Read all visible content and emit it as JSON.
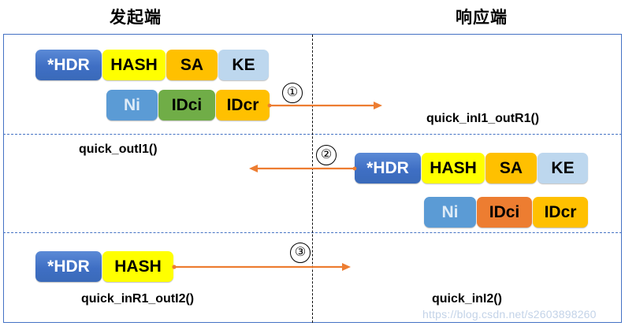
{
  "diagram": {
    "columns": {
      "initiator_title": "发起端",
      "responder_title": "响应端"
    },
    "watermark": "https://blog.csdn.net/s2603898260",
    "colors": {
      "frame_border": "#4472c4",
      "row_divider": "#4472c4",
      "center_divider": "#000000",
      "arrow": "#ed7d31",
      "hdr": "#4472c4",
      "hash": "#ffff00",
      "sa": "#ffc000",
      "ke": "#bdd7ee",
      "ni": "#5b9bd5",
      "idci_green": "#70ad47",
      "idci_orange": "#ed7d31",
      "idcr": "#ffc000",
      "watermark": "#c3d3e8"
    },
    "rows": [
      {
        "step": "①",
        "direction": "left-to-right",
        "packet_line1": [
          "*HDR",
          "HASH",
          "SA",
          "KE"
        ],
        "packet_line2": [
          "Ni",
          "IDci",
          "IDcr"
        ],
        "initiator_label": "",
        "responder_label": "quick_inI1_outR1()"
      },
      {
        "step": "②",
        "direction": "right-to-left",
        "packet_line1": [
          "*HDR",
          "HASH",
          "SA",
          "KE"
        ],
        "packet_line2": [
          "Ni",
          "IDci",
          "IDcr"
        ],
        "initiator_label": "quick_outI1()",
        "responder_label": ""
      },
      {
        "step": "③",
        "direction": "left-to-right",
        "packet_line1": [
          "*HDR",
          "HASH"
        ],
        "packet_line2": [],
        "initiator_label": "quick_inR1_outI2()",
        "responder_label": "quick_inI2()"
      }
    ]
  }
}
